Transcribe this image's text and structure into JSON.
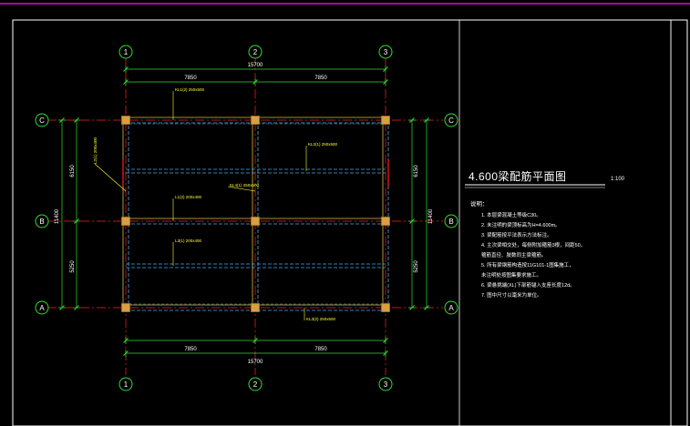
{
  "colors": {
    "background": "#000000",
    "border_top": "#b000b0",
    "frame": "#ffffff",
    "grid_axis": "#ff2020",
    "beam": "#d4c04a",
    "beam_dash": "#4aa8e8",
    "dim": "#33dd33",
    "bubble": "#33dd33",
    "annotation": "#ffff33",
    "text": "#ffffff",
    "column": "#d8a040"
  },
  "axes": {
    "columns": [
      "1",
      "2",
      "3"
    ],
    "rows": [
      "C",
      "B",
      "A"
    ]
  },
  "dimensions": {
    "top_spans": [
      "7850",
      "7850"
    ],
    "top_total": "15700",
    "bottom_spans": [
      "7850",
      "7850"
    ],
    "bottom_total": "15700",
    "left_spans": [
      "6150",
      "5250"
    ],
    "left_total": "11400",
    "right_spans": [
      "6150",
      "5250"
    ],
    "right_total": "11400"
  },
  "drawing": {
    "title": "4.600梁配筋平面图",
    "scale": "1:100"
  },
  "notes": {
    "heading": "说明：",
    "items": [
      "1. 本层梁混凝土等级C30。",
      "2. 未注明的梁顶标高为H=4.600m。",
      "3. 梁配筋按平法表示方法标注。",
      "4. 主次梁相交处，每侧附加箍筋3根，间距50，",
      "   箍筋直径、肢数同主梁箍筋。",
      "5. 所有梁钢筋构造按11G101-1图集施工，",
      "   未注明处按图集要求施工。",
      "6. 梁悬挑端(XL)下部筋锚入支座长度12d。",
      "7. 图中尺寸以毫米为单位。"
    ]
  },
  "beam_labels": [
    {
      "id": "b1",
      "text": "KL1(2) 250x500"
    },
    {
      "id": "b2",
      "text": "KL2(1) 250x500"
    },
    {
      "id": "b3",
      "text": "L1(2) 200x400"
    },
    {
      "id": "b4",
      "text": "L2(1) 200x400"
    },
    {
      "id": "b5",
      "text": "L3(1) 200x400"
    },
    {
      "id": "b6",
      "text": "KL3(2) 250x500"
    },
    {
      "id": "b7",
      "text": "KL4(1) 250x500"
    }
  ]
}
